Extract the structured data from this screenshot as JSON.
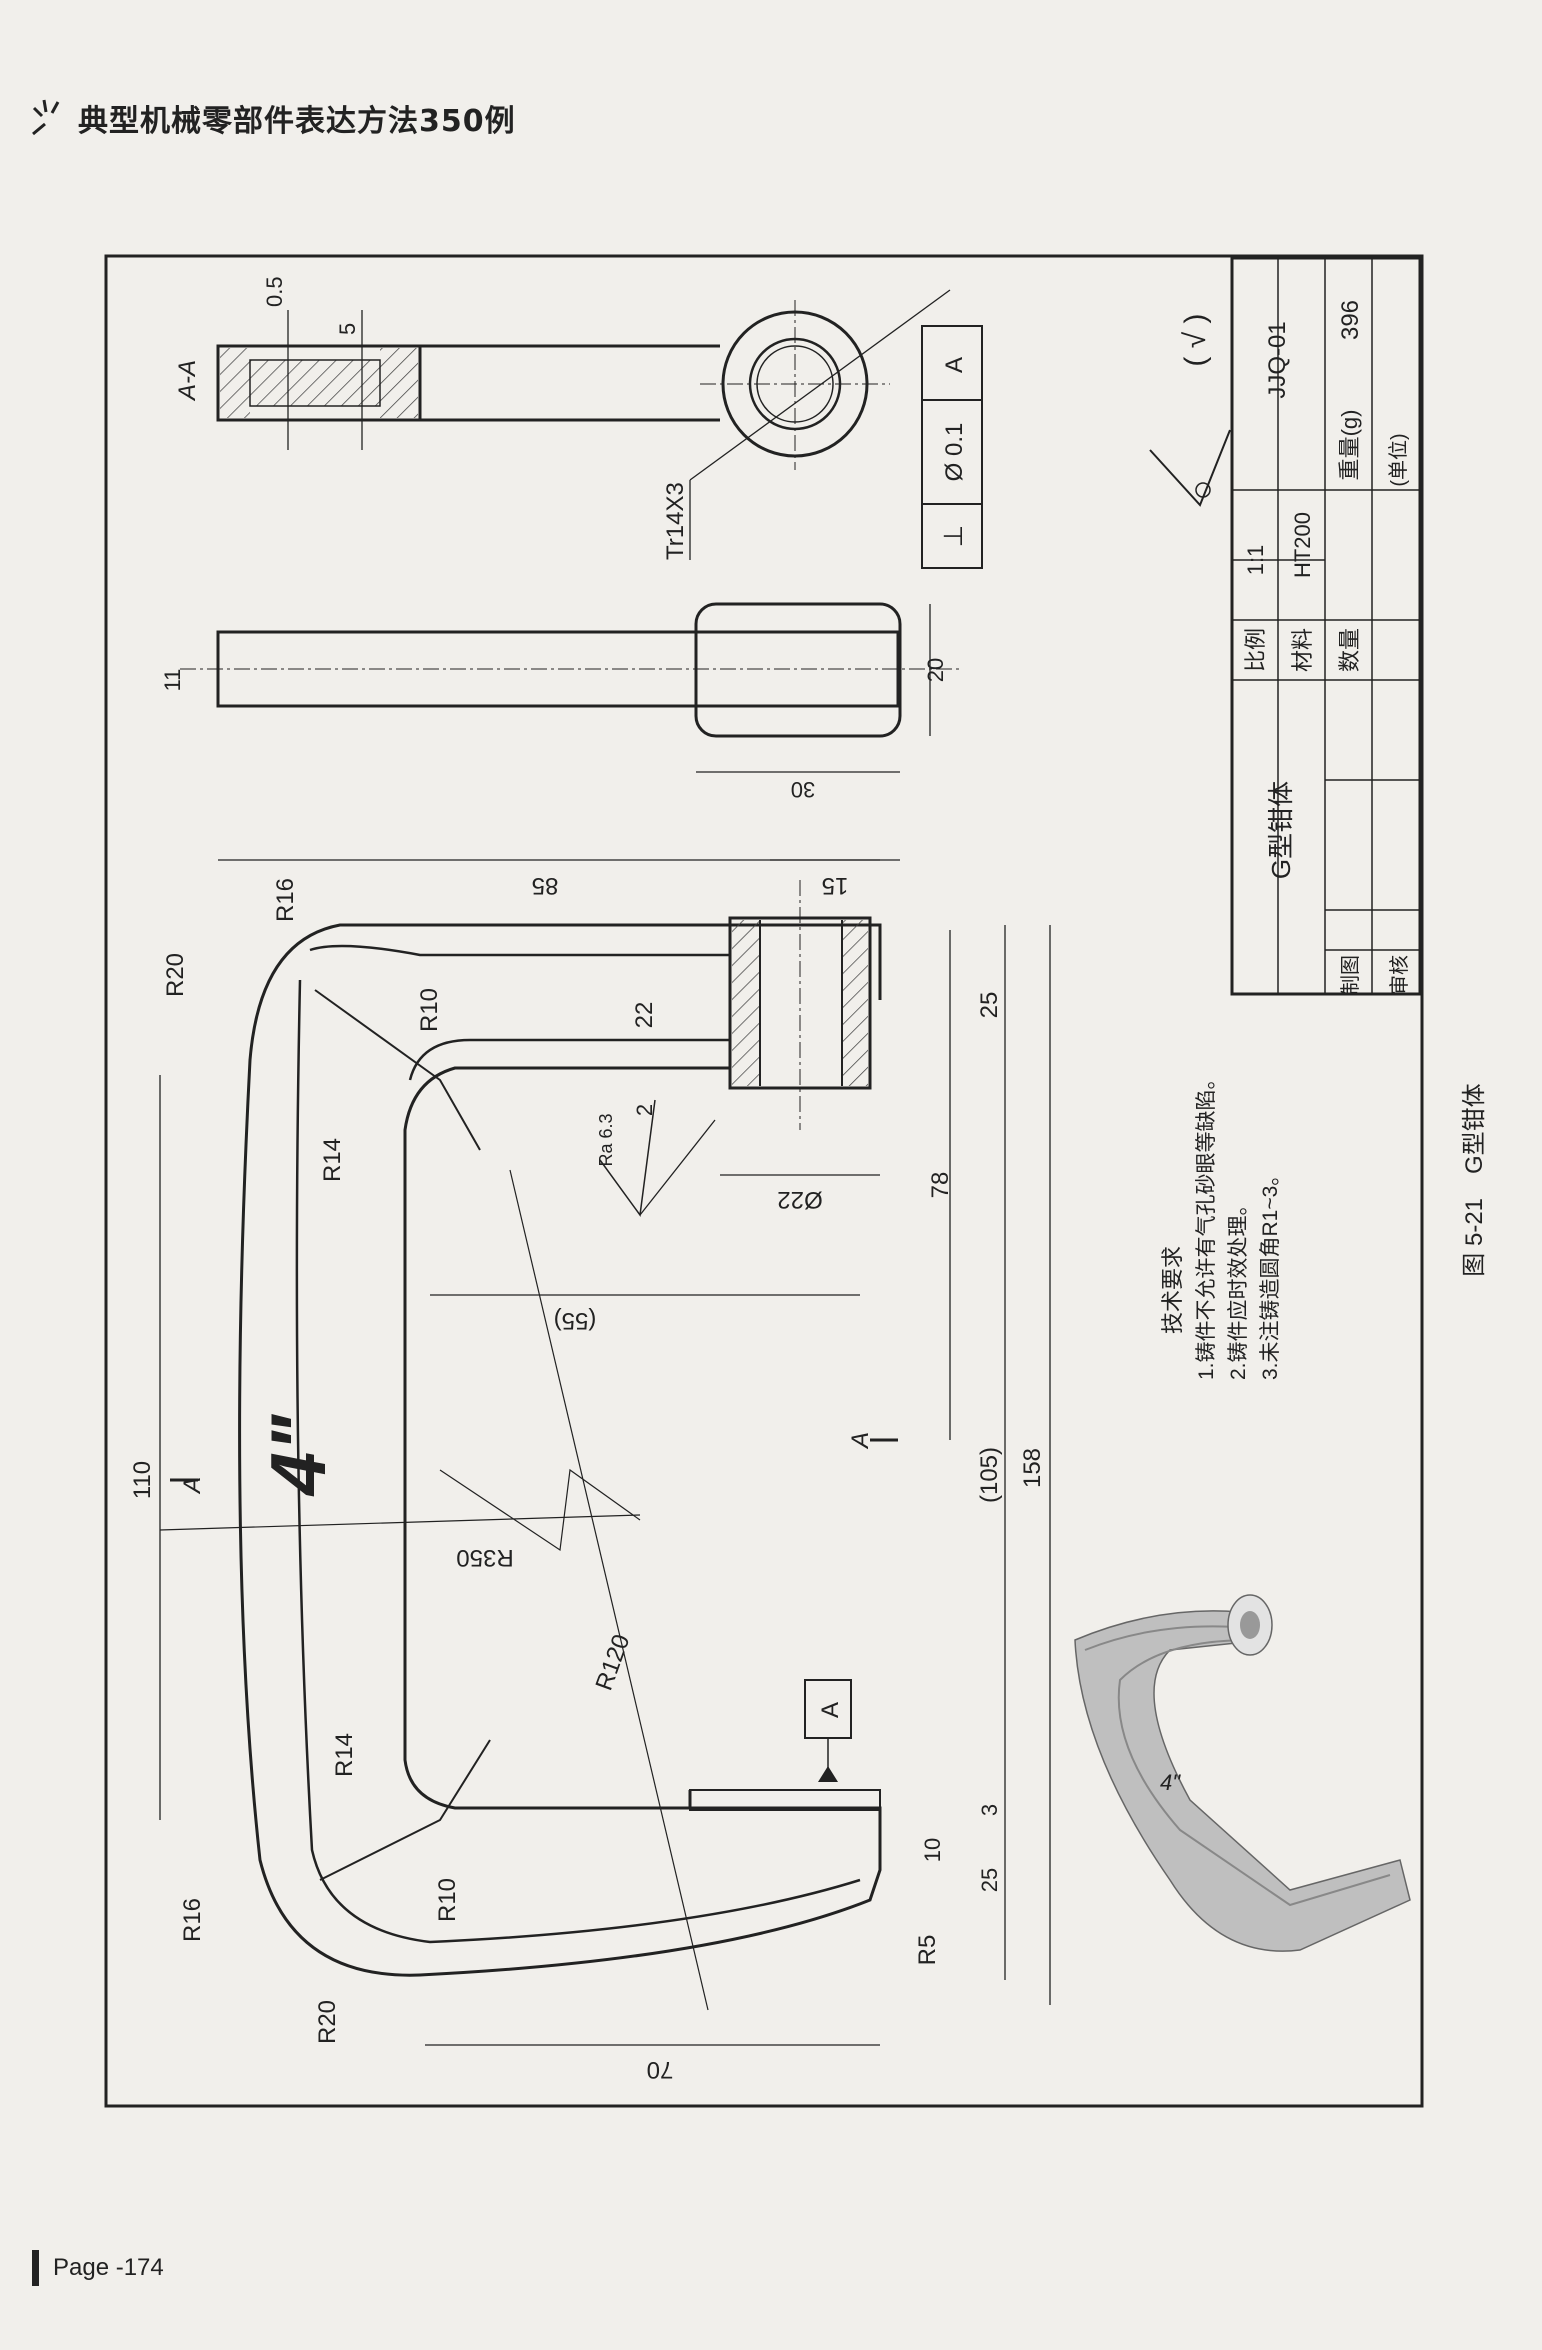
{
  "header": {
    "book_title": "典型机械零部件表达方法350例"
  },
  "footer": {
    "page_label": "Page -174"
  },
  "figure": {
    "caption": "图 5-21　G型钳体",
    "part_mark": "4\""
  },
  "section": {
    "label": "A-A",
    "cut_label": "A"
  },
  "dimensions": {
    "d0_5": "0.5",
    "d5": "5",
    "d11": "11",
    "d20": "20",
    "d30": "30",
    "d85": "85",
    "d15": "15",
    "d22": "22",
    "d2": "2",
    "d25a": "25",
    "phi22": "Ø22",
    "d78": "78",
    "d55": "(55)",
    "d105": "(105)",
    "d158": "158",
    "d110": "110",
    "d10": "10",
    "d3": "3",
    "d25b": "25",
    "d70": "70",
    "R350": "R350",
    "R120": "R120",
    "R16a": "R16",
    "R20a": "R20",
    "R10a": "R10",
    "R14a": "R14",
    "R14b": "R14",
    "R10b": "R10",
    "R16b": "R16",
    "R20b": "R20",
    "R5": "R5",
    "thread": "Tr14X3",
    "roughness": "Ra 6.3"
  },
  "tolerance": {
    "symbol": "⊥",
    "value": "Ø 0.1",
    "datum": "A"
  },
  "datum_label": "A",
  "surface_note": "( √ )",
  "tech_requirements": {
    "heading": "技术要求",
    "items": [
      "1.铸件不允许有气孔砂眼等缺陷。",
      "2.铸件应时效处理。",
      "3.未注铸造圆角R1~3。"
    ]
  },
  "title_block": {
    "part_name": "G型钳体",
    "scale_label": "比例",
    "scale_value": "1:1",
    "material_label": "材料",
    "material_value": "HT200",
    "qty_label": "数量",
    "weight_label": "重量(g)",
    "weight_value": "396",
    "drawing_no": "JJQ-01",
    "unit": "(单位)",
    "drawn_label": "制图",
    "checked_label": "审核"
  }
}
